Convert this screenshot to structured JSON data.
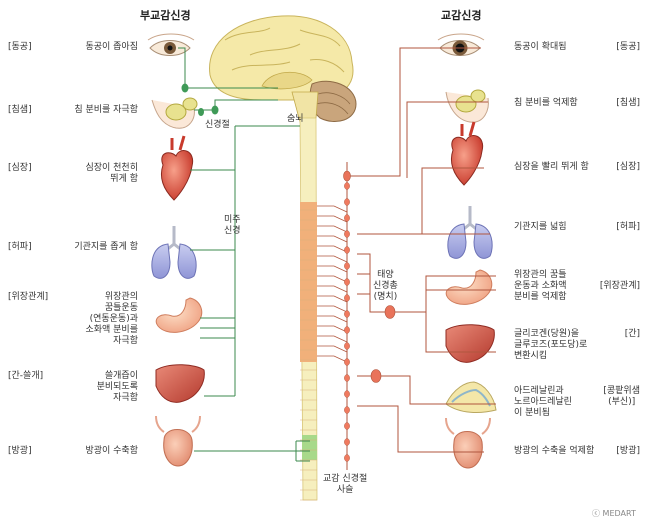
{
  "headers": {
    "parasympathetic": "부교감신경",
    "sympathetic": "교감신경"
  },
  "left_rows": [
    {
      "tag": "[동공]",
      "effect": "동공이 좁아짐"
    },
    {
      "tag": "[침샘]",
      "effect": "침 분비를 자극함"
    },
    {
      "tag": "[심장]",
      "effect": "심장이 천천히\n뛰게 함"
    },
    {
      "tag": "[허파]",
      "effect": "기관지를 좁게 함"
    },
    {
      "tag": "[위장관계]",
      "effect": "위장관의\n꿈틀운동\n(연동운동)과\n소화액 분비를\n자극함"
    },
    {
      "tag": "[간-쓸개]",
      "effect": "쓸개즙이\n분비되도록\n자극함"
    },
    {
      "tag": "[방광]",
      "effect": "방광이 수축함"
    }
  ],
  "right_rows": [
    {
      "tag": "[동공]",
      "effect": "동공이 확대됨"
    },
    {
      "tag": "[침샘]",
      "effect": "침 분비를 억제함"
    },
    {
      "tag": "[심장]",
      "effect": "심장을 빨리 뛰게 함"
    },
    {
      "tag": "[허파]",
      "effect": "기관지를 넓힘"
    },
    {
      "tag": "[위장관계]",
      "effect": "위장관의 꿈틀\n운동과 소화액\n분비를 억제함"
    },
    {
      "tag": "[간]",
      "effect": "글리코겐(당원)을\n글루코즈(포도당)로\n변환시킴"
    },
    {
      "tag": "[콩팥위샘\n(부신)]",
      "effect": "아드레날린과\n노르아드레날린\n이 분비됨"
    },
    {
      "tag": "[방광]",
      "effect": "방광의 수축을 억제함"
    }
  ],
  "labels": {
    "ganglion": "신경절",
    "medulla": "숨뇌",
    "vagus": "미주\n신경",
    "solar_plexus": "태양\n신경총\n(명치)",
    "sympathetic_chain": "교감 신경절\n사슬"
  },
  "credit": "ⓒ MEDART",
  "colors": {
    "para_line": "#3b8a4e",
    "para_node": "#3f9a57",
    "symp_line": "#b0563e",
    "symp_node": "#e9735a",
    "spine_cream": "#f6efbe",
    "spine_orange": "#f1b07a",
    "spine_green": "#a8d98a",
    "brain": "#f5e9a8",
    "cerebellum": "#c9a57c"
  },
  "icons": [
    "eye-icon",
    "salivary-gland-icon",
    "heart-icon",
    "lungs-icon",
    "stomach-icon",
    "liver-icon",
    "adrenal-icon",
    "bladder-icon",
    "brain-icon",
    "spinal-cord-icon"
  ]
}
